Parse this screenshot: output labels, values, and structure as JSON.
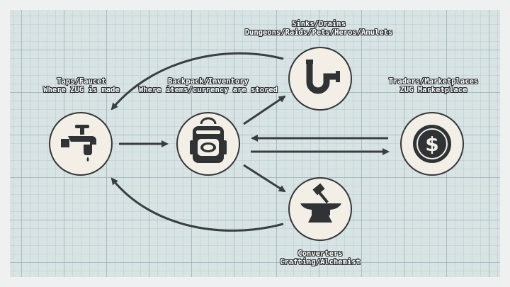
{
  "nodes": {
    "taps": {
      "icon": "faucet-icon",
      "title": "Taps/Faucet",
      "subtitle": "Where ZUG is made"
    },
    "backpack": {
      "icon": "backpack-icon",
      "title": "Backpack/Inventory",
      "subtitle": "Where items/currency are stored"
    },
    "sinks": {
      "icon": "pipe-drain-icon",
      "title": "Sinks/Drains",
      "subtitle": "Dungeons/Raids/Pets/Heros/Amulets"
    },
    "traders": {
      "icon": "dollar-coin-icon",
      "title": "Traders/Marketplaces",
      "subtitle": "ZUG Marketplace"
    },
    "converters": {
      "icon": "anvil-hammer-icon",
      "title": "Converters",
      "subtitle": "Crafting/Alchemist"
    }
  },
  "edges": [
    {
      "from": "taps",
      "to": "backpack"
    },
    {
      "from": "backpack",
      "to": "sinks"
    },
    {
      "from": "backpack",
      "to": "converters"
    },
    {
      "from": "backpack",
      "to": "traders"
    },
    {
      "from": "traders",
      "to": "backpack"
    },
    {
      "from": "sinks",
      "to": "taps"
    },
    {
      "from": "converters",
      "to": "taps"
    }
  ],
  "colors": {
    "background": "#d8e3e3",
    "node_fill": "#f3efe6",
    "ink": "#34383a",
    "label_text": "#ffffff"
  }
}
